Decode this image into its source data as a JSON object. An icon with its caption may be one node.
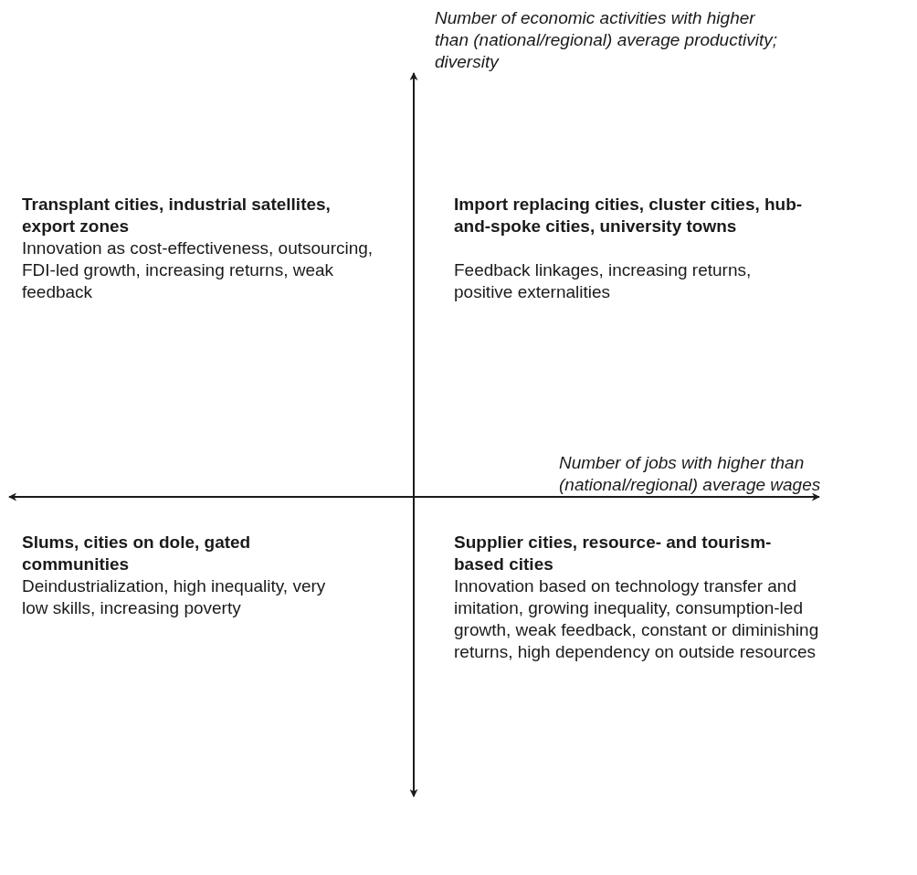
{
  "diagram": {
    "labels": [
      "Number of economic activities with higher than (national/regional) average productivity; diversity",
      "Transplant cities, industrial satellites, export zones",
      "Innovation as cost-effectiveness, outsourcing, FDI-led growth, increasing returns, weak feedback",
      "Import replacing cities, cluster cities, hub-and-spoke cities, university towns",
      "Feedback linkages, increasing returns, positive externalities",
      "Number of jobs with higher than (national/regional) average wages",
      "Slums, cities on dole, gated communities",
      "Deindustrialization, high inequality, very low skills, increasing poverty",
      "Supplier cities, resource- and tourism-based cities",
      "Innovation based on technology transfer and imitation, growing inequality, consumption-led growth, weak feedback, constant or diminishing returns, high dependency on outside resources"
    ]
  }
}
